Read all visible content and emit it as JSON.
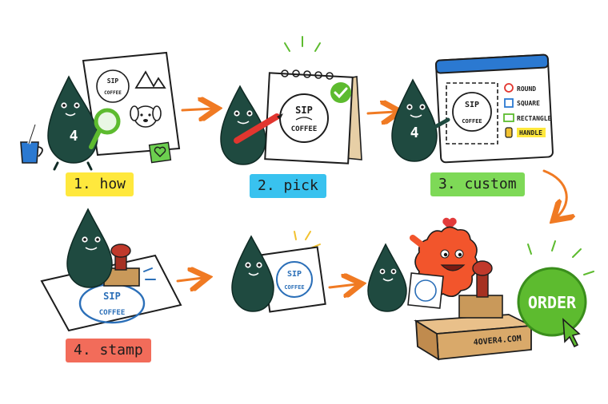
{
  "steps": [
    {
      "label": "1. how"
    },
    {
      "label": "2. pick"
    },
    {
      "label": "3. custom"
    },
    {
      "label": "4. stamp"
    }
  ],
  "mascot_badge": "4",
  "stamp_text": {
    "top": "SIP",
    "bottom": "COFFEE"
  },
  "shape_options": [
    "ROUND",
    "SQUARE",
    "RECTANGLE",
    "HANDLE"
  ],
  "box_text": "4OVER4.COM",
  "order_button": "ORDER",
  "colors": {
    "mascot": "#1f4a40",
    "arrow": "#f07a23",
    "stamp_ink": "#2b6fb8",
    "order_button": "#5dbb2f",
    "heart": "#e23b3b",
    "monster": "#f2552c"
  }
}
